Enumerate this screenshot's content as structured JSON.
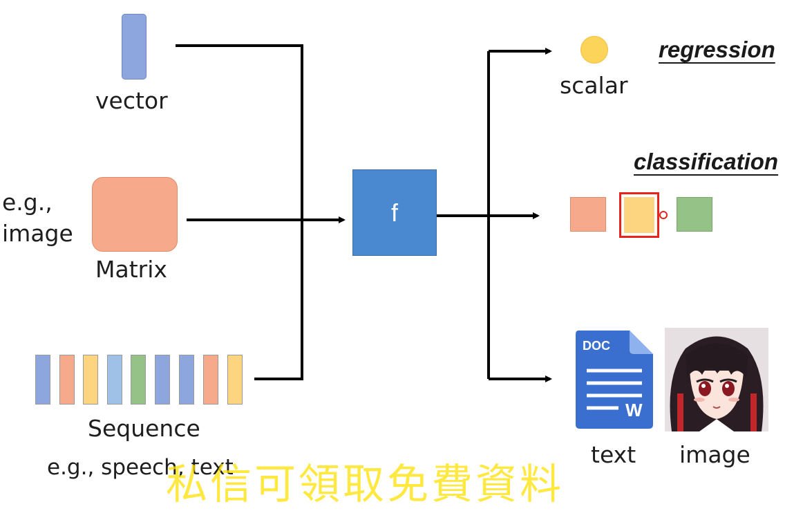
{
  "inputs": {
    "vector_label": "vector",
    "eg_prefix": "e.g.,",
    "eg_image": "image",
    "matrix_label": "Matrix",
    "sequence_label": "Sequence",
    "sequence_example": "e.g., speech, text"
  },
  "function_label": "f",
  "outputs": {
    "scalar_label": "scalar",
    "regression_label": "regression",
    "classification_label": "classification",
    "text_label": "text",
    "image_label": "image",
    "doc_badge": "DOC",
    "doc_letter": "W"
  },
  "watermark": "私信可領取免費資料",
  "colors": {
    "blue_box": "#8ea6de",
    "orange_box": "#f7a98b",
    "yellow_box": "#fdd47f",
    "green_box": "#95c286",
    "function_box": "#4a89d0",
    "highlight": "#e8231d",
    "scalar_circle": "#fdd45a"
  }
}
